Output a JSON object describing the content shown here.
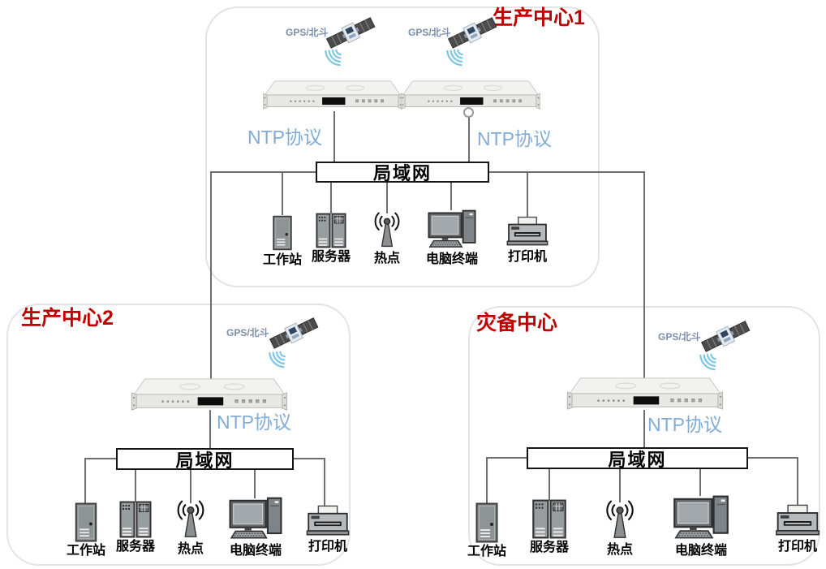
{
  "colors": {
    "center_title_red": "#c00000",
    "gps_label_blue_gray": "#7b90ac",
    "ntp_protocol_blue": "#82acd6",
    "signal_wave_blue": "#7cc6e6",
    "connector_gray": "#6e6e6e",
    "lan_border_black": "#141414"
  },
  "centers": [
    {
      "title": "生产中心1",
      "gps_labels": [
        "GPS/北斗",
        "GPS/北斗"
      ],
      "ntp_labels": [
        "NTP协议",
        "NTP协议"
      ],
      "lan_label": "局域网",
      "devices": [
        "工作站",
        "服务器",
        "热点",
        "电脑终端",
        "打印机"
      ]
    },
    {
      "title": "生产中心2",
      "gps_labels": [
        "GPS/北斗"
      ],
      "ntp_labels": [
        "NTP协议"
      ],
      "lan_label": "局域网",
      "devices": [
        "工作站",
        "服务器",
        "热点",
        "电脑终端",
        "打印机"
      ]
    },
    {
      "title": "灾备中心",
      "gps_labels": [
        "GPS/北斗"
      ],
      "ntp_labels": [
        "NTP协议"
      ],
      "lan_label": "局域网",
      "devices": [
        "工作站",
        "服务器",
        "热点",
        "电脑终端",
        "打印机"
      ]
    }
  ]
}
